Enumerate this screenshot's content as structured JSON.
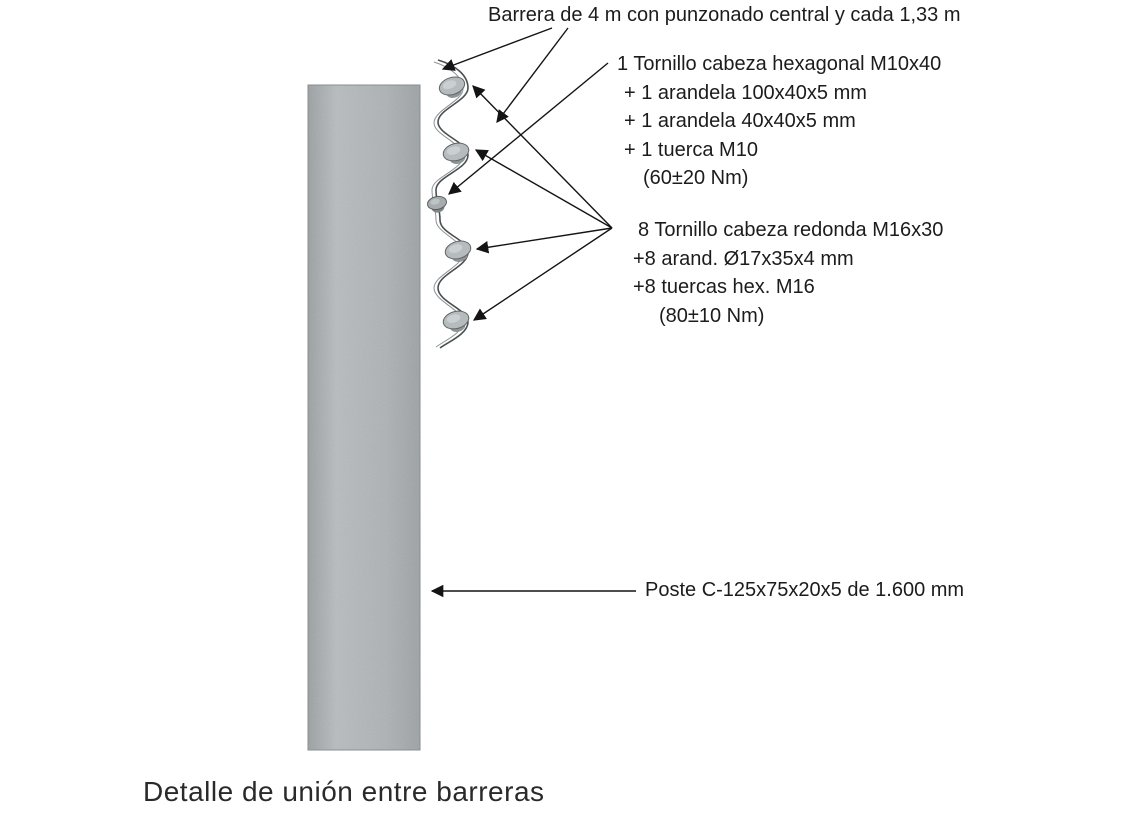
{
  "figure": {
    "top_label": "Barrera de 4 m con punzonado central y cada 1,33 m",
    "hex_bolt_note": {
      "lines": [
        "1 Tornillo cabeza hexagonal M10x40",
        "+ 1 arandela 100x40x5 mm",
        "+ 1 arandela 40x40x5 mm",
        "+ 1 tuerca M10",
        "(60±20 Nm)"
      ]
    },
    "round_bolt_note": {
      "lines": [
        "8 Tornillo cabeza redonda M16x30",
        "+8 arand. Ø17x35x4 mm",
        "+8 tuercas hex. M16",
        "(80±10 Nm)"
      ]
    },
    "post_label": "Poste C-125x75x20x5 de 1.600 mm",
    "caption": "Detalle de unión entre barreras",
    "colors": {
      "post_fill": "#aab0b2",
      "outline": "#141414",
      "bolt_fill": "#b6bbbd"
    }
  }
}
